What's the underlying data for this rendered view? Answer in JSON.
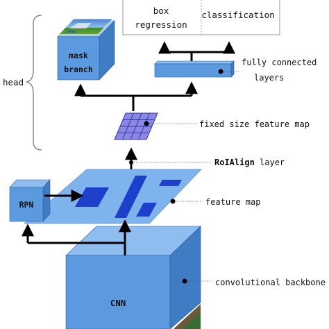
{
  "labels": {
    "box_regression_line1": "box",
    "box_regression_line2": "regression",
    "classification": "classification",
    "fully_connected_line1": "fully connected",
    "fully_connected_line2": "layers",
    "mask_branch_line1": "mask",
    "mask_branch_line2": "branch",
    "head": "head",
    "fixed_size_feature_map": "fixed size feature map",
    "roialign_bold": "RoIAlign",
    "roialign_rest": " layer",
    "feature_map": "feature map",
    "rpn": "RPN",
    "convolutional_backbone": "convolutional backbone",
    "cnn": "CNN"
  },
  "colors": {
    "box_face": "#5c9ae0",
    "box_top": "#8fbdf0",
    "box_side": "#3f7cc4",
    "feature_plane": "#7fb3ee",
    "region_dark": "#1d3fc9",
    "grid_fill": "#8a88e6",
    "arrow": "#000000"
  }
}
